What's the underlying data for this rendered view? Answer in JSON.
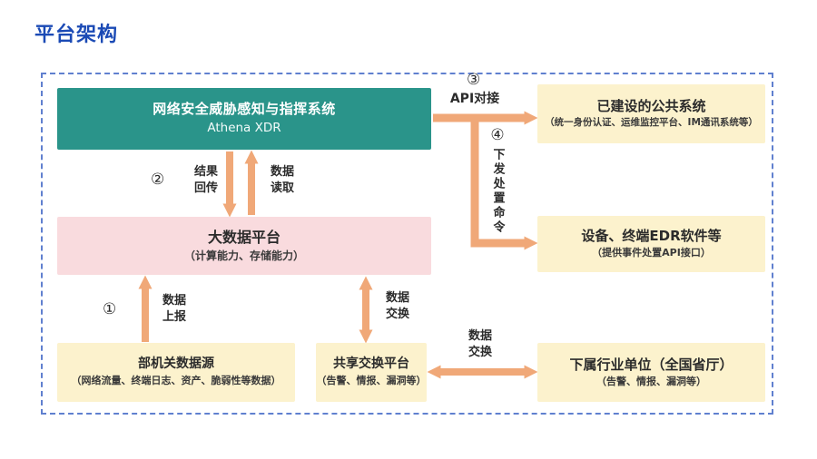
{
  "title": "平台架构",
  "colors": {
    "title_blue": "#1b4ab5",
    "frame_dashed_blue": "#6080cf",
    "teal_box": "#2a948a",
    "pink_box": "#f9dbde",
    "yellow_box": "#fcf2cd",
    "arrow_orange": "#f0a878",
    "label_text": "#2b2b2b"
  },
  "nodes": {
    "xdr": {
      "title": "网络安全威胁感知与指挥系统",
      "subtitle": "Athena XDR"
    },
    "bigdata": {
      "title": "大数据平台",
      "subtitle": "（计算能力、存储能力）"
    },
    "datasource": {
      "title": "部机关数据源",
      "subtitle": "（网络流量、终端日志、资产、脆弱性等数据）"
    },
    "exchange": {
      "title": "共享交换平台",
      "subtitle": "（告警、情报、漏洞等）"
    },
    "public_systems": {
      "title": "已建设的公共系统",
      "subtitle": "（统一身份认证、运维监控平台、IM通讯系统等）"
    },
    "edr": {
      "title": "设备、终端EDR软件等",
      "subtitle": "（提供事件处置API接口）"
    },
    "subordinate": {
      "title": "下属行业单位（全国省厅）",
      "subtitle": "（告警、情报、漏洞等）"
    }
  },
  "edges": {
    "step1": {
      "num": "①",
      "label": "数据\n上报"
    },
    "step2": {
      "num": "②",
      "label_down": "结果\n回传",
      "label_up": "数据\n读取"
    },
    "step3": {
      "num": "③",
      "label": "API对接"
    },
    "step4": {
      "num": "④",
      "label": "下发处置命令"
    },
    "exchange_vertical": {
      "label": "数据\n交换"
    },
    "exchange_horizontal": {
      "label": "数据\n交换"
    }
  }
}
